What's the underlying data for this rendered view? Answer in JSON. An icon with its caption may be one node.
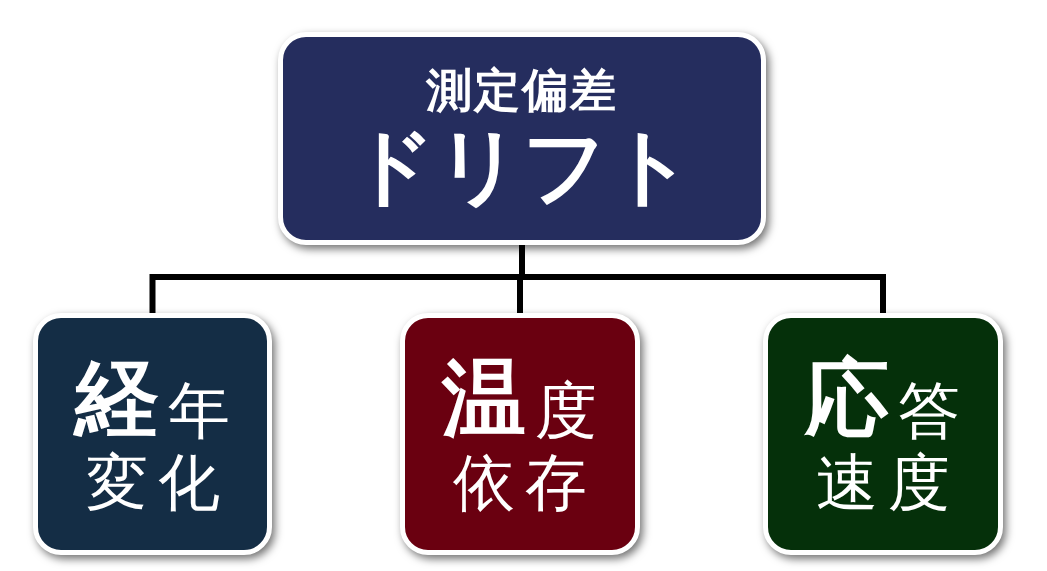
{
  "diagram": {
    "nodes": [
      {
        "text": [
          "測定偏差",
          "ドリフト"
        ]
      },
      {
        "text": [
          "経年変化"
        ]
      },
      {
        "text": [
          "温度依存"
        ]
      },
      {
        "text": [
          "応答速度"
        ]
      }
    ],
    "edges": [
      {
        "from": 0,
        "to": 1,
        "arrow": "none"
      },
      {
        "from": 0,
        "to": 2,
        "arrow": "none"
      },
      {
        "from": 0,
        "to": 3,
        "arrow": "none"
      }
    ]
  }
}
